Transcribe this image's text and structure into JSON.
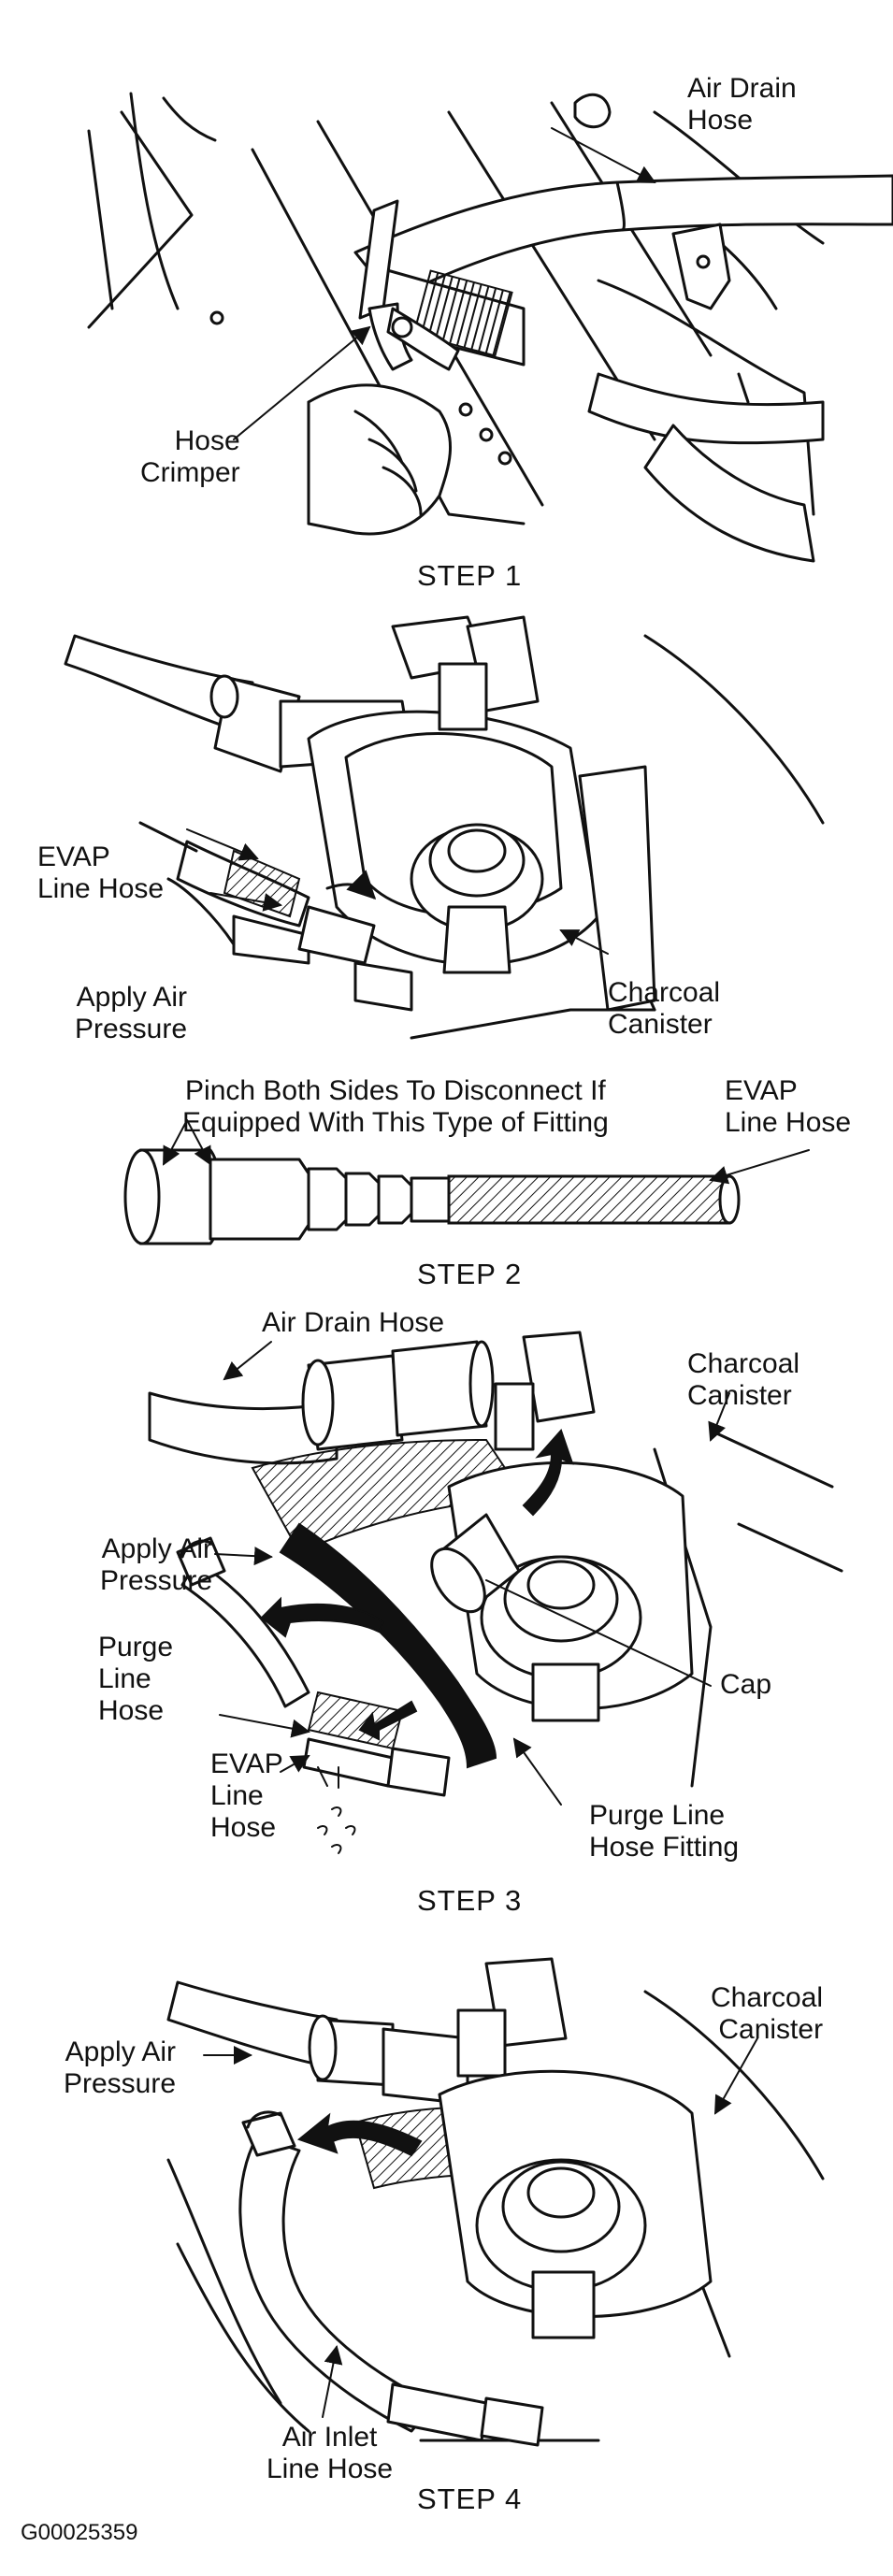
{
  "diagram": {
    "step1": {
      "label": "STEP 1",
      "air_drain_hose": [
        "Air Drain",
        "Hose"
      ],
      "hose_crimper": [
        "Hose",
        "Crimper"
      ]
    },
    "step2": {
      "label": "STEP 2",
      "evap_line_hose": [
        "EVAP",
        "Line Hose"
      ],
      "apply_air_pressure": [
        "Apply Air",
        "Pressure"
      ],
      "charcoal_canister": [
        "Charcoal",
        "Canister"
      ],
      "pinch_note": [
        "Pinch Both Sides To Disconnect If",
        "Equipped With This Type of Fitting"
      ],
      "evap_line_hose_fitting": [
        "EVAP",
        "Line Hose"
      ]
    },
    "step3": {
      "label": "STEP 3",
      "air_drain_hose": "Air Drain Hose",
      "charcoal_canister": [
        "Charcoal",
        "Canister"
      ],
      "apply_air_pressure": [
        "Apply Air",
        "Pressure"
      ],
      "purge_line_hose": [
        "Purge",
        "Line",
        "Hose"
      ],
      "cap": "Cap",
      "evap_line_hose": [
        "EVAP",
        "Line",
        "Hose"
      ],
      "purge_line_hose_fitting": [
        "Purge Line",
        "Hose Fitting"
      ]
    },
    "step4": {
      "label": "STEP 4",
      "charcoal_canister": [
        "Charcoal",
        "Canister"
      ],
      "apply_air_pressure": [
        "Apply Air",
        "Pressure"
      ],
      "air_inlet_line_hose": [
        "Air Inlet",
        "Line Hose"
      ]
    },
    "figure_code": "G00025359"
  }
}
